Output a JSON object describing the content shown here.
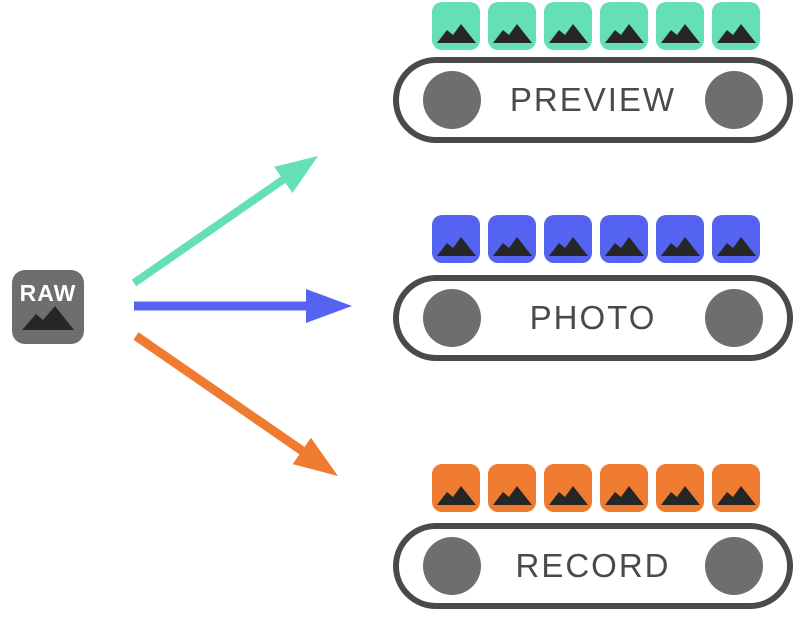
{
  "colors": {
    "preview": "#64E0B4",
    "photo": "#5564F0",
    "record": "#EE7B30",
    "raw_bg": "#6E6E6E",
    "outline": "#4A4A4A",
    "roller": "#6E6E6E",
    "mountain": "#262626",
    "raw_label_color": "#FFFFFF",
    "background": "#FFFFFF"
  },
  "source": {
    "label": "RAW",
    "icon": "image-mountain-icon"
  },
  "pipelines": [
    {
      "id": "preview",
      "label": "PREVIEW",
      "frame_count": 6,
      "color": "#64E0B4"
    },
    {
      "id": "photo",
      "label": "PHOTO",
      "frame_count": 6,
      "color": "#5564F0"
    },
    {
      "id": "record",
      "label": "RECORD",
      "frame_count": 6,
      "color": "#EE7B30"
    }
  ],
  "arrows": [
    {
      "from": "raw-source",
      "to": "preview",
      "color": "#64E0B4",
      "direction": "up-right"
    },
    {
      "from": "raw-source",
      "to": "photo",
      "color": "#5564F0",
      "direction": "right"
    },
    {
      "from": "raw-source",
      "to": "record",
      "color": "#EE7B30",
      "direction": "down-right"
    }
  ]
}
